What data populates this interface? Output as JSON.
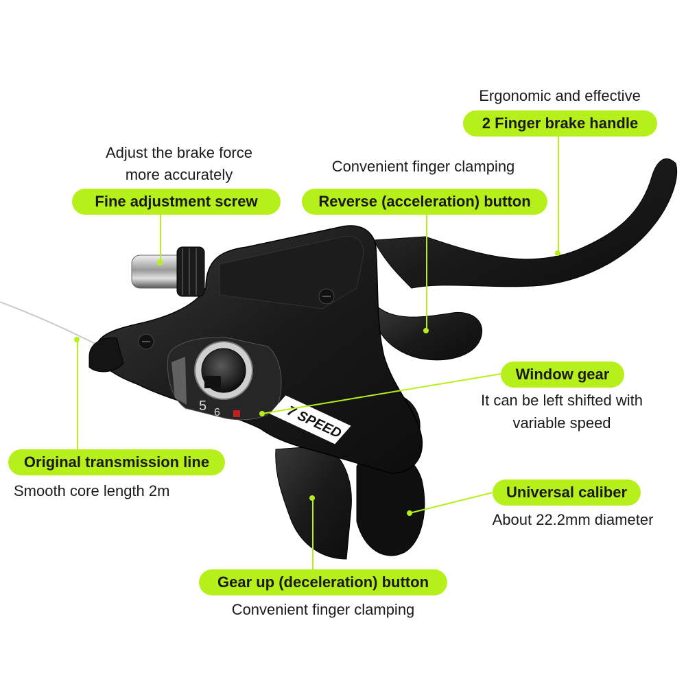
{
  "theme": {
    "label_bg": "#b6f01a",
    "leader_color": "#b6f01a",
    "text_color": "#1a1a1a"
  },
  "callouts": {
    "brake_handle": {
      "label": "2 Finger brake handle",
      "desc": "Ergonomic and effective"
    },
    "adjust_screw": {
      "label": "Fine adjustment screw",
      "desc_line1": "Adjust the brake force",
      "desc_line2": "more accurately"
    },
    "reverse_button": {
      "label": "Reverse (acceleration) button",
      "desc": "Convenient finger clamping"
    },
    "window_gear": {
      "label": "Window gear",
      "desc_line1": "It can be left shifted with",
      "desc_line2": "variable speed"
    },
    "transmission_line": {
      "label": "Original transmission line",
      "desc": "Smooth core length 2m"
    },
    "universal_caliber": {
      "label": "Universal caliber",
      "desc": "About 22.2mm diameter"
    },
    "gear_up_button": {
      "label": "Gear up (deceleration) button",
      "desc": "Convenient finger clamping"
    }
  },
  "product": {
    "speed_badge": "7 SPEED",
    "gear_numbers": [
      "5",
      "6"
    ]
  }
}
